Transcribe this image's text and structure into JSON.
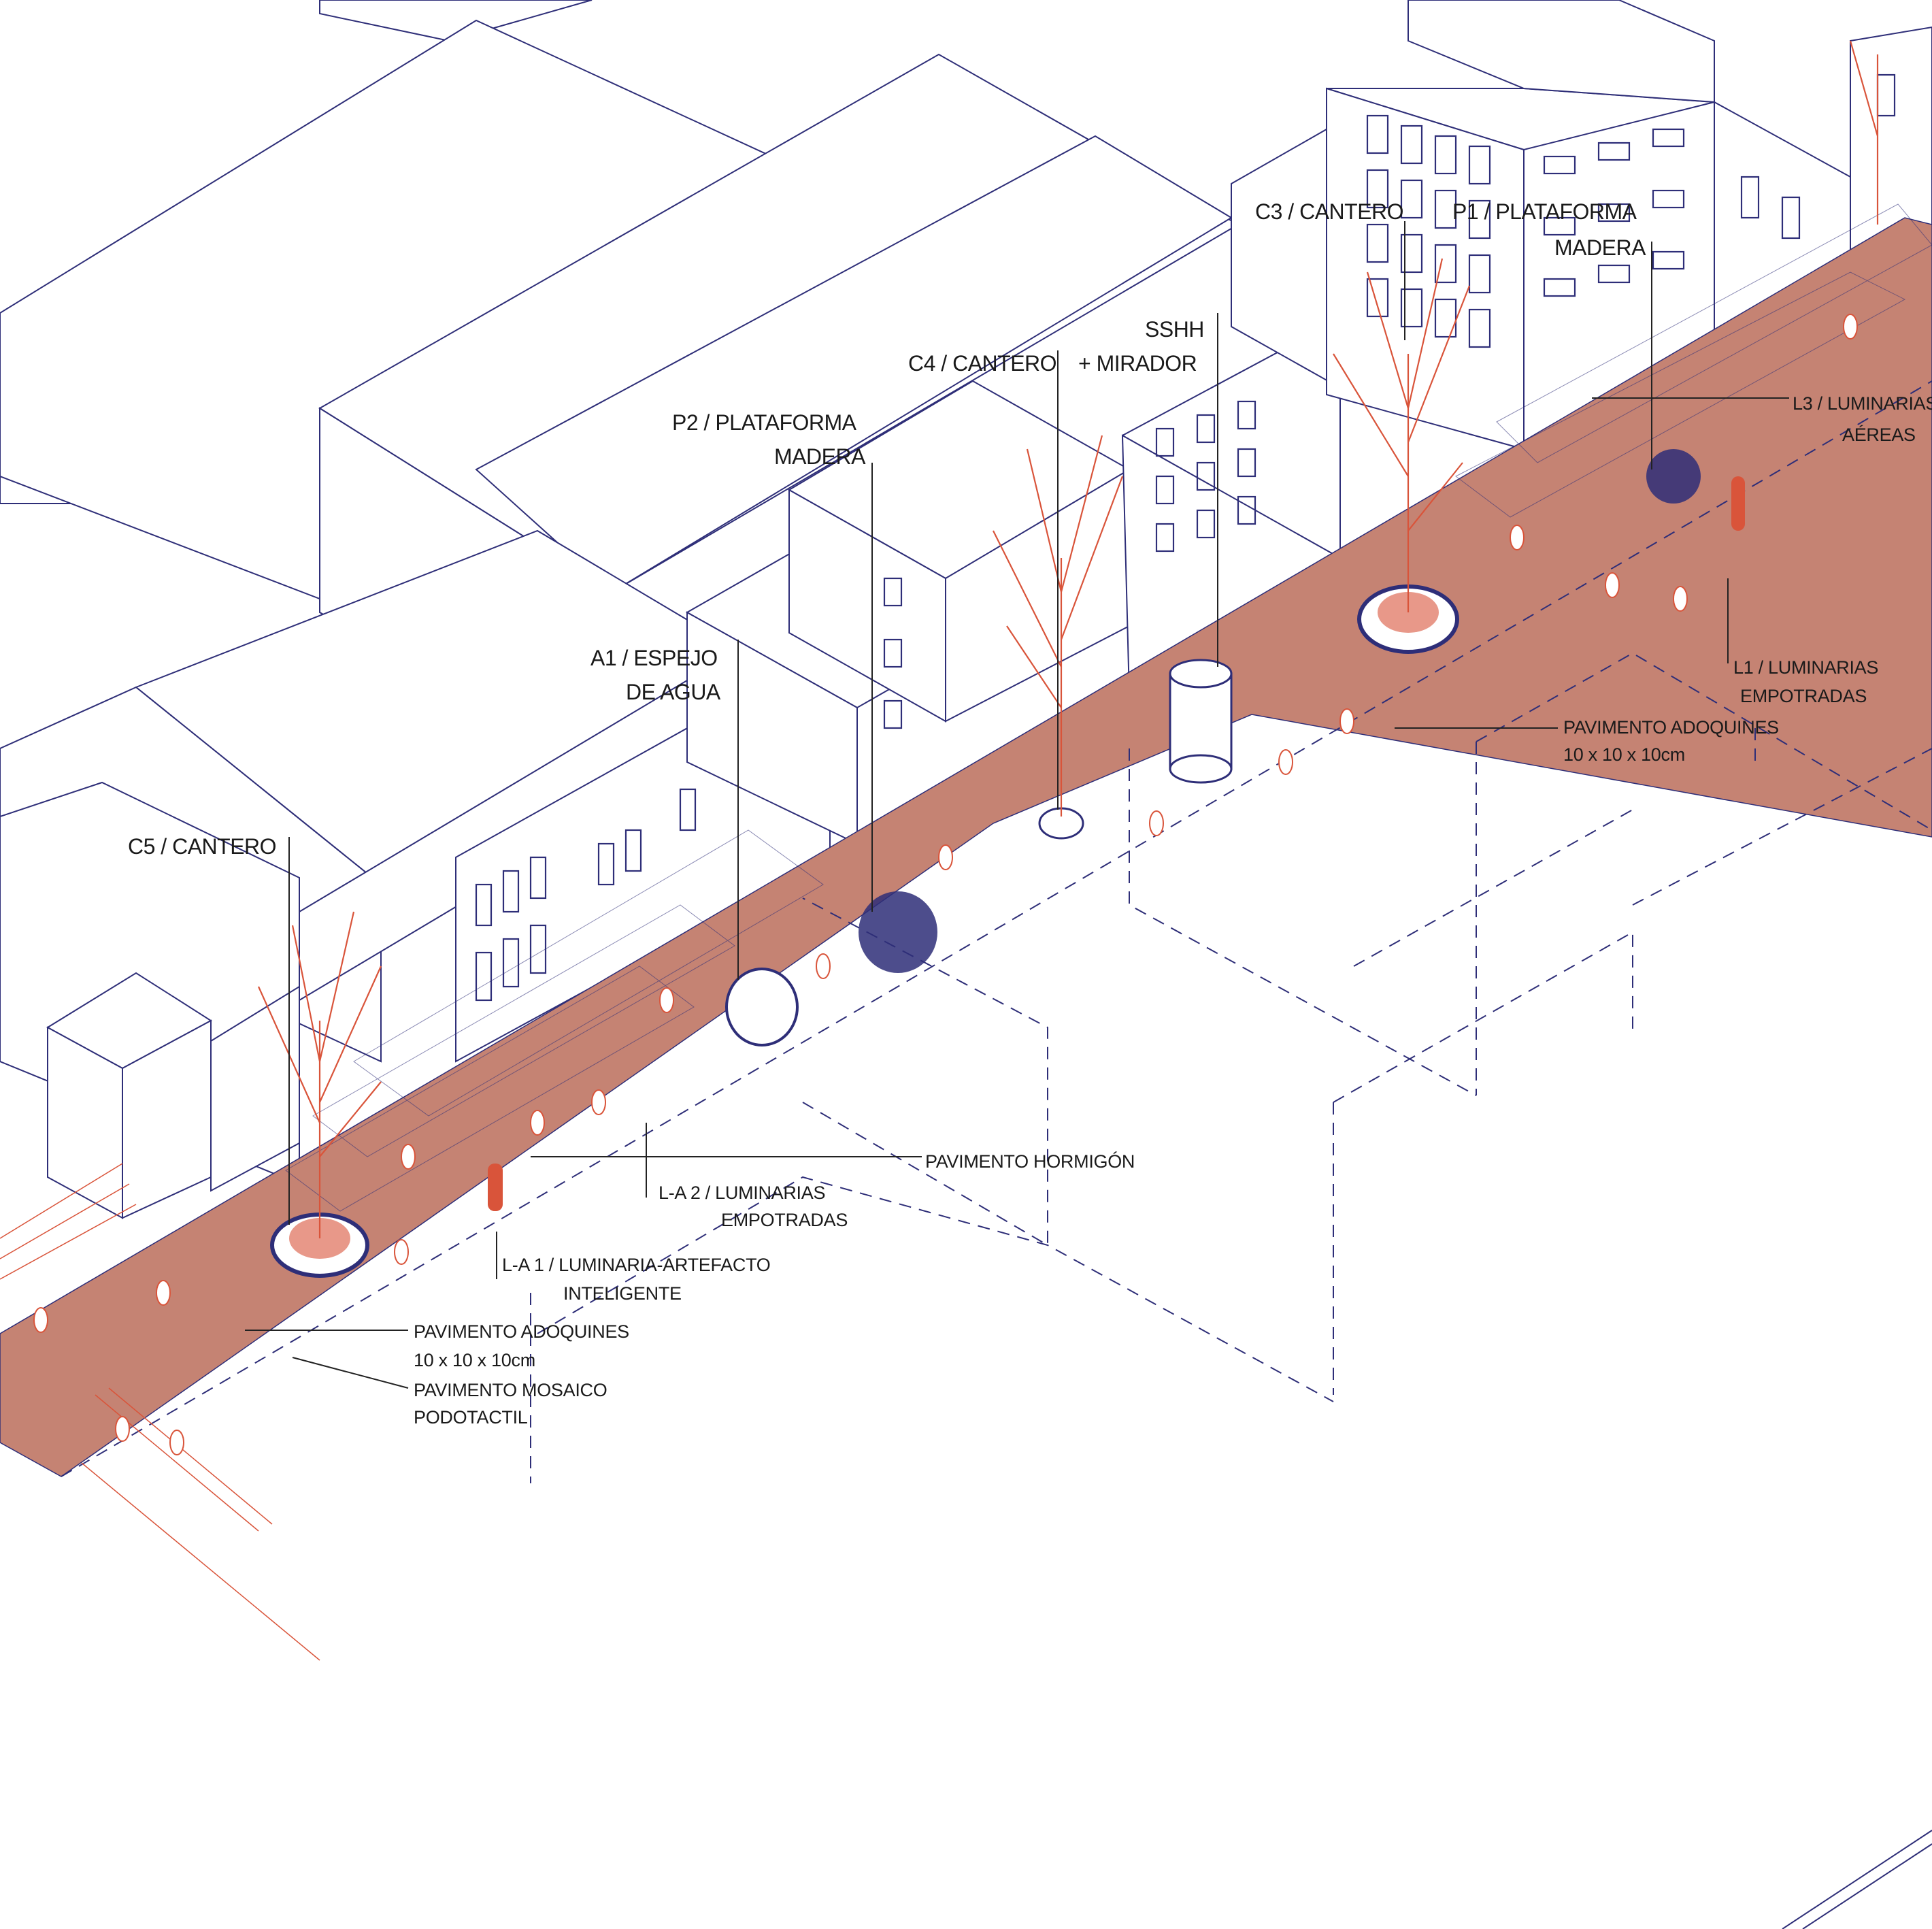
{
  "labels": {
    "c3": "C3 / CANTERO",
    "p1_line1": "P1 / PLATAFORMA",
    "p1_line2": "MADERA",
    "sshh_line1": "SSHH",
    "sshh_line2": "+ MIRADOR",
    "c4": "C4 / CANTERO",
    "p2_line1": "P2 / PLATAFORMA",
    "p2_line2": "MADERA",
    "a1_line1": "A1 / ESPEJO",
    "a1_line2": "DE AGUA",
    "c5": "C5 / CANTERO",
    "l3_line1": "L3 / LUMINARIAS",
    "l3_line2": "AÉREAS",
    "l1_line1": "L1 / LUMINARIAS",
    "l1_line2": "EMPOTRADAS",
    "pav_adoq_right_line1": "PAVIMENTO ADOQUINES",
    "pav_adoq_right_line2": "10 x 10 x 10cm",
    "pav_hormigon": "PAVIMENTO HORMIGÓN",
    "la2_line1": "L-A 2 / LUMINARIAS",
    "la2_line2": "EMPOTRADAS",
    "la1_line1": "L-A 1 / LUMINARIA-ARTEFACTO",
    "la1_line2": "INTELIGENTE",
    "pav_adoq_left_line1": "PAVIMENTO ADOQUINES",
    "pav_adoq_left_line2": "10 x 10 x 10cm",
    "pav_mosaico_line1": "PAVIMENTO MOSAICO",
    "pav_mosaico_line2": "PODOTACTIL"
  },
  "colors": {
    "street_fill": "#c58373",
    "line_blue": "#2e2e78",
    "accent_orange": "#d9543a",
    "label_text": "#1a1a1a",
    "background": "#ffffff"
  }
}
